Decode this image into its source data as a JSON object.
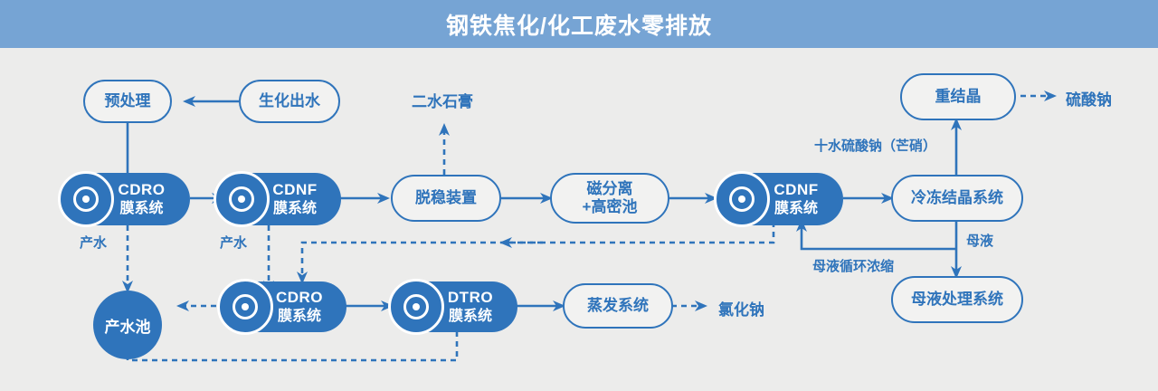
{
  "header": {
    "title": "钢铁焦化/化工废水零排放"
  },
  "theme": {
    "header_bg": "#76a4d4",
    "page_bg": "#ececeb",
    "accent": "#2f74bb",
    "node_text_on_fill": "#ffffff"
  },
  "diagram": {
    "type": "process-flow",
    "nodes": [
      {
        "id": "pretreat",
        "label": "预处理",
        "style": "outlined-pill"
      },
      {
        "id": "bio",
        "label": "生化出水",
        "style": "outlined-pill"
      },
      {
        "id": "cdro-top",
        "en": "CDRO",
        "cn": "膜系统",
        "style": "filled-pill-membrane"
      },
      {
        "id": "cdnf-top",
        "en": "CDNF",
        "cn": "膜系统",
        "style": "filled-pill-membrane"
      },
      {
        "id": "destab",
        "label": "脱稳装置",
        "style": "outlined-pill"
      },
      {
        "id": "magsep",
        "label": "磁分离\n+高密池",
        "line1": "磁分离",
        "line2": "+高密池",
        "style": "outlined-pill"
      },
      {
        "id": "cdnf-right",
        "en": "CDNF",
        "cn": "膜系统",
        "style": "filled-pill-membrane"
      },
      {
        "id": "freeze",
        "label": "冷冻结晶系统",
        "style": "outlined-pill"
      },
      {
        "id": "recryst",
        "label": "重结晶",
        "style": "outlined-pill"
      },
      {
        "id": "motherliq",
        "label": "母液处理系统",
        "style": "outlined-pill"
      },
      {
        "id": "prodpool",
        "label": "产水池",
        "style": "filled-circle"
      },
      {
        "id": "cdro-bot",
        "en": "CDRO",
        "cn": "膜系统",
        "style": "filled-pill-membrane"
      },
      {
        "id": "dtro-bot",
        "en": "DTRO",
        "cn": "膜系统",
        "style": "filled-pill-membrane"
      },
      {
        "id": "evap",
        "label": "蒸发系统",
        "style": "outlined-pill"
      }
    ],
    "output_labels": [
      {
        "id": "gypsum",
        "text": "二水石膏"
      },
      {
        "id": "na2so4",
        "text": "硫酸钠"
      },
      {
        "id": "nacl",
        "text": "氯化钠"
      }
    ],
    "edge_labels": [
      {
        "id": "prodwater-1",
        "text": "产水"
      },
      {
        "id": "prodwater-2",
        "text": "产水"
      },
      {
        "id": "glauber",
        "text": "十水硫酸钠（芒硝）"
      },
      {
        "id": "mother-liquor",
        "text": "母液"
      },
      {
        "id": "ml-recycle",
        "text": "母液循环浓缩"
      }
    ],
    "edges": [
      {
        "from": "bio",
        "to": "pretreat",
        "kind": "solid"
      },
      {
        "from": "pretreat",
        "to": "cdro-top",
        "kind": "solid"
      },
      {
        "from": "cdro-top",
        "to": "cdnf-top",
        "kind": "solid"
      },
      {
        "from": "cdnf-top",
        "to": "destab",
        "kind": "solid"
      },
      {
        "from": "destab",
        "to": "gypsum",
        "kind": "dashed"
      },
      {
        "from": "destab",
        "to": "magsep",
        "kind": "solid"
      },
      {
        "from": "magsep",
        "to": "cdnf-right",
        "kind": "solid"
      },
      {
        "from": "cdnf-right",
        "to": "freeze",
        "kind": "solid"
      },
      {
        "from": "freeze",
        "to": "recryst",
        "kind": "solid",
        "label": "十水硫酸钠（芒硝）"
      },
      {
        "from": "recryst",
        "to": "na2so4",
        "kind": "dashed"
      },
      {
        "from": "freeze",
        "to": "motherliq",
        "kind": "solid",
        "label": "母液"
      },
      {
        "from": "motherliq",
        "to": "cdnf-right",
        "kind": "solid",
        "label": "母液循环浓缩"
      },
      {
        "from": "cdro-top",
        "to": "prodpool",
        "kind": "dashed",
        "label": "产水"
      },
      {
        "from": "cdnf-top",
        "to": "cdro-bot",
        "kind": "dashed",
        "label": "产水"
      },
      {
        "from": "cdro-bot",
        "to": "prodpool",
        "kind": "dashed"
      },
      {
        "from": "cdro-bot",
        "to": "dtro-bot",
        "kind": "solid"
      },
      {
        "from": "dtro-bot",
        "to": "evap",
        "kind": "solid"
      },
      {
        "from": "evap",
        "to": "nacl",
        "kind": "dashed"
      },
      {
        "from": "dtro-bot",
        "to": "prodpool",
        "kind": "dashed"
      },
      {
        "from": "cdnf-right",
        "to": "cdro-bot",
        "kind": "dashed"
      }
    ]
  }
}
